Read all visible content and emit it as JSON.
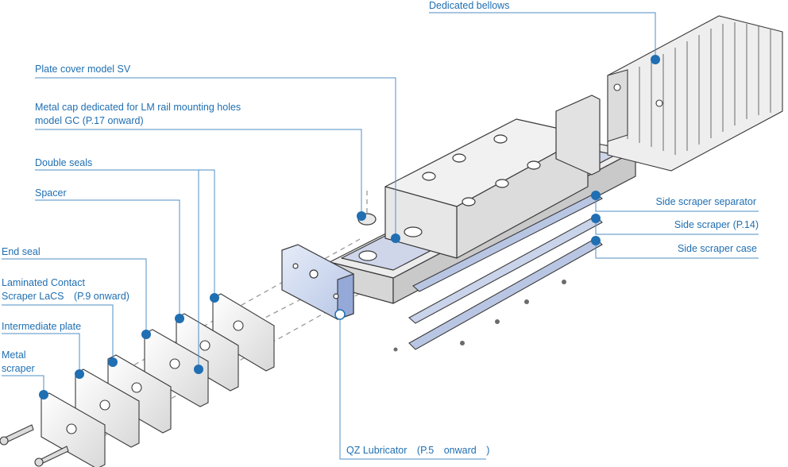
{
  "labels": {
    "dedicated_bellows": "Dedicated bellows",
    "plate_cover": "Plate cover model SV",
    "metal_cap_line1": "Metal cap dedicated for LM rail mounting holes",
    "metal_cap_line2": "model GC (P.17 onward)",
    "double_seals": "Double seals",
    "spacer": "Spacer",
    "end_seal": "End seal",
    "lacs_line1": "Laminated Contact",
    "lacs_line2": "Scraper LaCS　(P.9 onward)",
    "intermediate_plate": "Intermediate plate",
    "metal_scraper_line1": "Metal",
    "metal_scraper_line2": "scraper",
    "side_scraper_separator": "Side scraper separator",
    "side_scraper": "Side scraper (P.14)",
    "side_scraper_case": "Side scraper case",
    "qz_lubricator": "QZ Lubricator　(P.5　onward　)"
  },
  "colors": {
    "label_text": "#1f6fb2",
    "leader_line": "#4f8fc6",
    "marker_dot": "#1f6fb2",
    "part_outline": "#3a3a3a",
    "part_fill": "#f2f2f2",
    "highlight_fill": "#c7d3ec",
    "accent_blue": "#7a93d1",
    "dashed_axis": "#9a9a9a"
  }
}
